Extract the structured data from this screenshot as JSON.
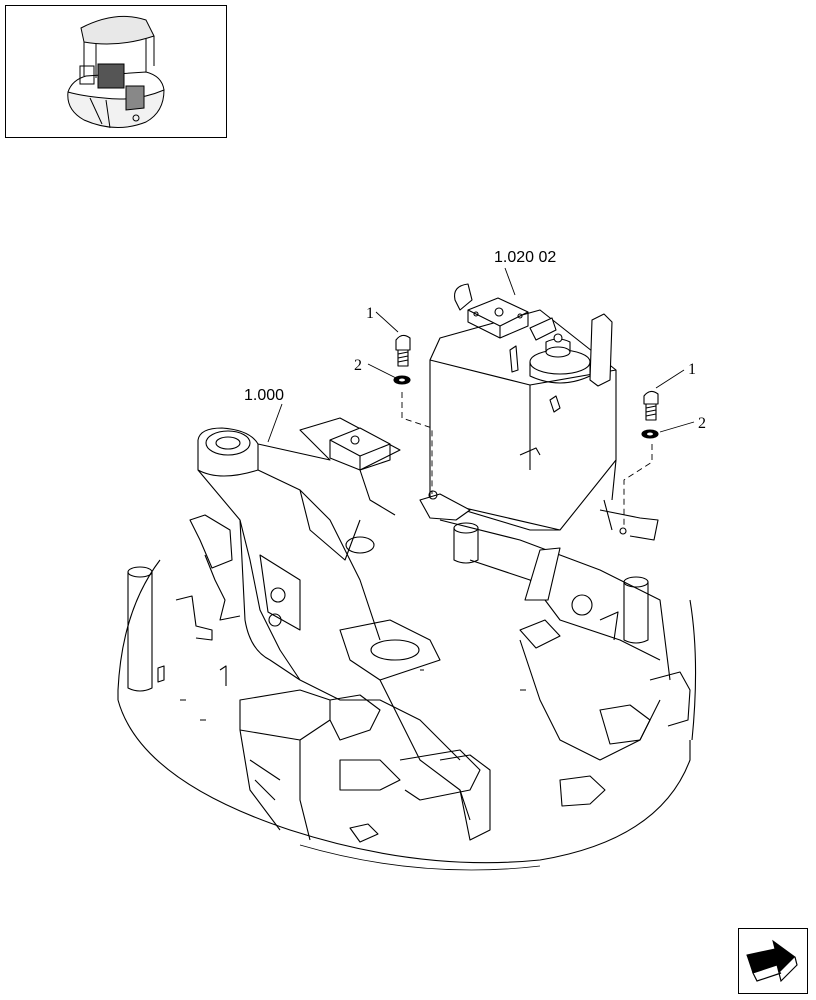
{
  "callouts": {
    "ref_main": "1.020 02",
    "ref_frame": "1.000",
    "item1_left": "1",
    "item2_left": "2",
    "item1_right": "1",
    "item2_right": "2"
  },
  "icons": {
    "thumbnail": "machine-overview-icon",
    "nav": "next-page-arrow-icon"
  }
}
